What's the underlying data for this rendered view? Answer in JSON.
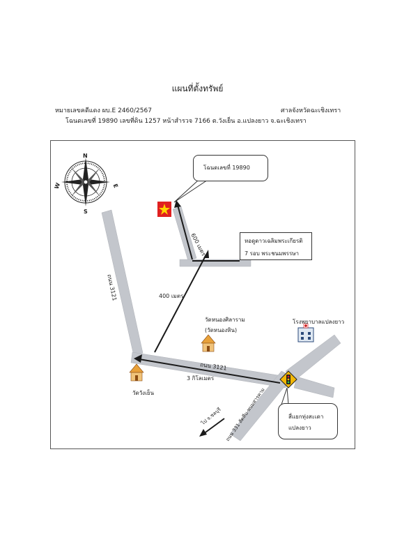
{
  "header": {
    "title": "แผนที่ตั้งทรัพย์",
    "case_number": "หมายเลขคดีแดง  ผบ.E 2460/2567",
    "court": "ศาลจังหวัดฉะเชิงเทรา",
    "deed_line": "โฉนดเลขที่ 19890  เลขที่ดิน 1257  หน้าสำรวจ  7166  ต.วังเย็น  อ.แปลงยาว  จ.ฉะเชิงเทรา"
  },
  "compass": {
    "n": "N",
    "e": "E",
    "s": "S",
    "w": "W"
  },
  "callouts": {
    "deed": "โฉนดเลขที่ 19890",
    "tower_line1": "หอดูดาวเฉลิมพระเกียรติ",
    "tower_line2": "7 รอบ พระชนมพรรษา",
    "intersection_line1": "สี่แยกทุ่งสะเดา",
    "intersection_line2": "แปลงยาว"
  },
  "labels": {
    "dist_600": "600 เมตร",
    "dist_400": "400 เมตร",
    "dist_3km": "3 กิโลเมตร",
    "road_3121_a": "ถนน 3121",
    "road_3121_b": "ถนน 3121",
    "road_331": "ถนน 331 สัตหีบ-พนมสารคาม",
    "to_chonburi": "ไป จ.ชลบุรี",
    "temple_nongsila_1": "วัดหนองศิลาราม",
    "temple_nongsila_2": "(วัดหนองหิน)",
    "temple_wangyen": "วัดวังเย็น",
    "hospital": "โรงพยาบาลแปลงยาว"
  },
  "colors": {
    "road": "#c3c6cc",
    "route": "#1a1a1a",
    "marker": "#e02020",
    "star": "#ffd400",
    "temple": "#e8a13a",
    "sign": "#f2b705"
  }
}
